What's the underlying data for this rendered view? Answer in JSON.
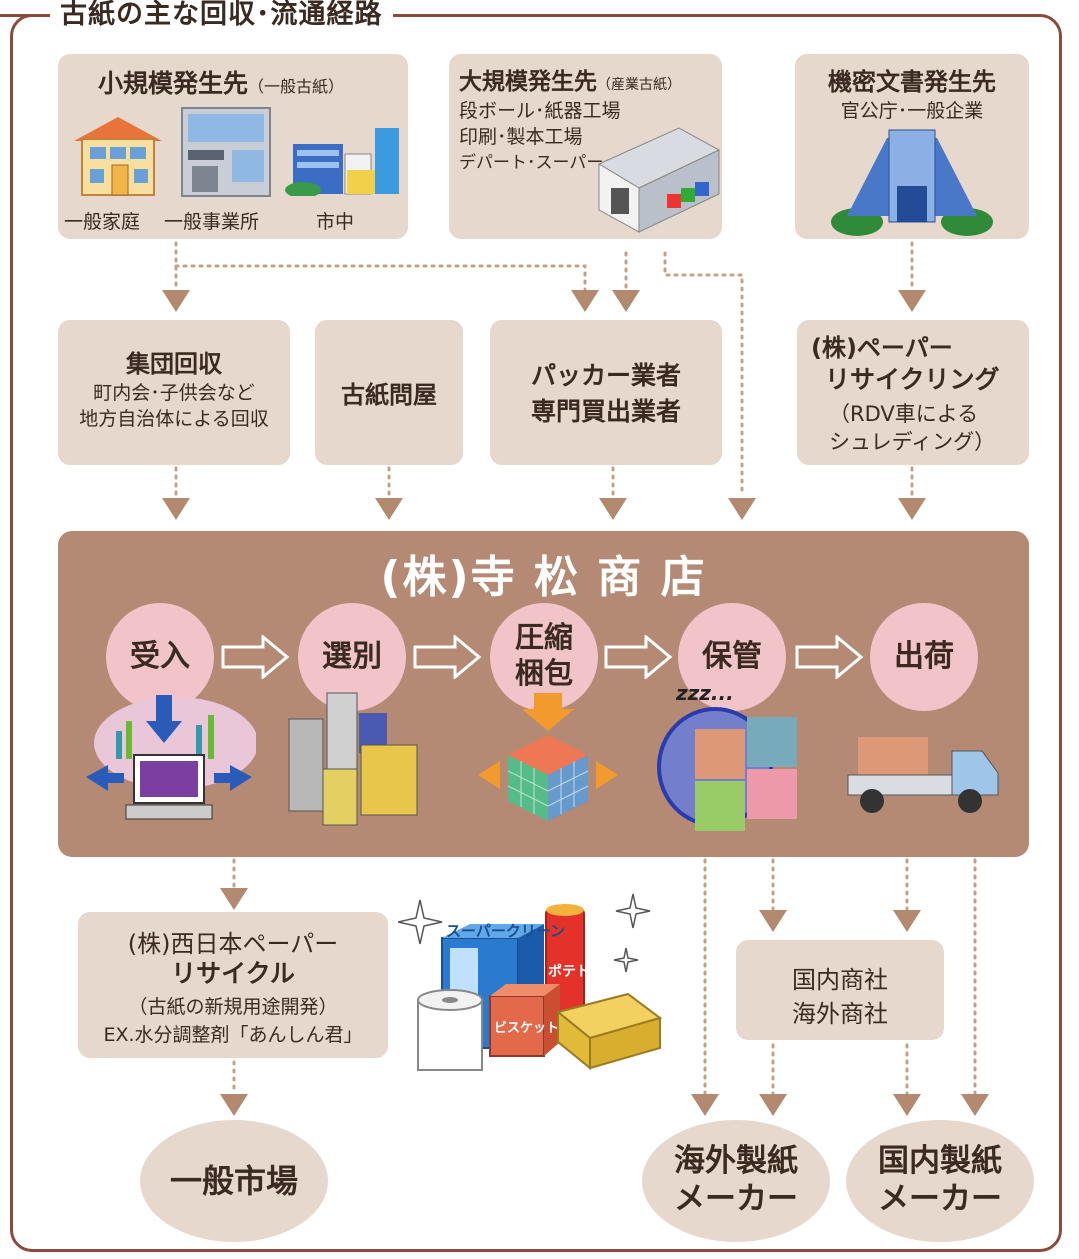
{
  "title": "古紙の主な回収･流通経路",
  "sources": {
    "small": {
      "heading": "小規模発生先",
      "sub": "（一般古紙）",
      "labels": [
        "一般家庭",
        "一般事業所",
        "市中"
      ]
    },
    "large": {
      "heading": "大規模発生先",
      "sub": "（産業古紙）",
      "lines": [
        "段ボール･紙器工場",
        "印刷･製本工場",
        "デパート･スーパー"
      ]
    },
    "confidential": {
      "heading": "機密文書発生先",
      "sub": "官公庁･一般企業"
    }
  },
  "collectors": {
    "group": {
      "heading": "集団回収",
      "lines": [
        "町内会･子供会など",
        "地方自治体による回収"
      ]
    },
    "wholesaler": {
      "heading": "古紙問屋"
    },
    "packer": {
      "lines": [
        "パッカー業者",
        "専門買出業者"
      ]
    },
    "paper_recycling": {
      "lines": [
        "(株)ペーパー",
        "リサイクリング",
        "（RDV車による",
        "シュレディング）"
      ]
    }
  },
  "company": {
    "name": "(株)寺 松 商 店",
    "steps": [
      {
        "label": "受入"
      },
      {
        "label": "選別"
      },
      {
        "label": "圧縮\n梱包",
        "line1": "圧縮",
        "line2": "梱包"
      },
      {
        "label": "保管"
      },
      {
        "label": "出荷"
      }
    ],
    "zzz": "zzz..."
  },
  "outputs": {
    "nishinihon": {
      "lines": [
        "(株)西日本ペーパー",
        "リサイクル",
        "（古紙の新規用途開発）",
        "EX.水分調整剤「あんしん君」"
      ]
    },
    "product_labels": [
      "スーパークリーン",
      "ポテト",
      "ビスケット"
    ],
    "trading": {
      "lines": [
        "国内商社",
        "海外商社"
      ]
    },
    "market": "一般市場",
    "overseas_maker": {
      "lines": [
        "海外製紙",
        "メーカー"
      ]
    },
    "domestic_maker": {
      "lines": [
        "国内製紙",
        "メーカー"
      ]
    }
  },
  "colors": {
    "frame": "#8a4a3c",
    "box": "#e6d8cd",
    "main": "#b48a74",
    "circle": "#f0c4c8",
    "arrow": "#b3896f"
  }
}
